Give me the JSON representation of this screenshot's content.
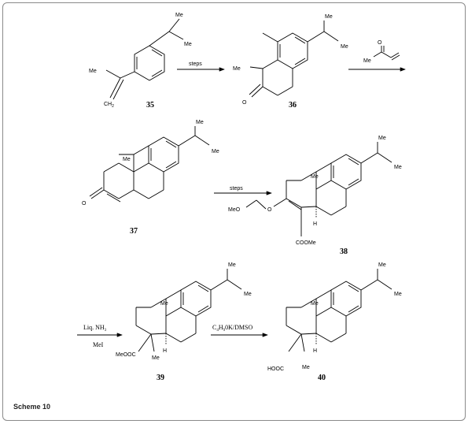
{
  "caption": "Scheme 10",
  "compounds": [
    {
      "id": "35",
      "label": "35"
    },
    {
      "id": "36",
      "label": "36"
    },
    {
      "id": "37",
      "label": "37"
    },
    {
      "id": "38",
      "label": "38"
    },
    {
      "id": "39",
      "label": "39"
    },
    {
      "id": "40",
      "label": "40"
    }
  ],
  "arrows": {
    "a1": {
      "above": "steps"
    },
    "a2": {
      "reagent_me": "Me",
      "reagent_o": "O"
    },
    "a3": {
      "above": "steps"
    },
    "a4": {
      "above": "Liq. NH",
      "above_sub": "3",
      "below": "MeI"
    },
    "a5": {
      "pre": "C",
      "sub1": "4",
      "mid": "H",
      "sub2": "9",
      "post": "0K/DMSO"
    }
  },
  "atoms": {
    "me": "Me",
    "ch2": "CH",
    "ch2_sub": "2",
    "o": "O",
    "h": "H",
    "meo": "MeO",
    "coome": "COOMe",
    "meooc": "MeOOC",
    "hooc": "HOOC"
  },
  "colors": {
    "border": "#8a8a8a",
    "ink": "#000000",
    "background": "#ffffff"
  }
}
